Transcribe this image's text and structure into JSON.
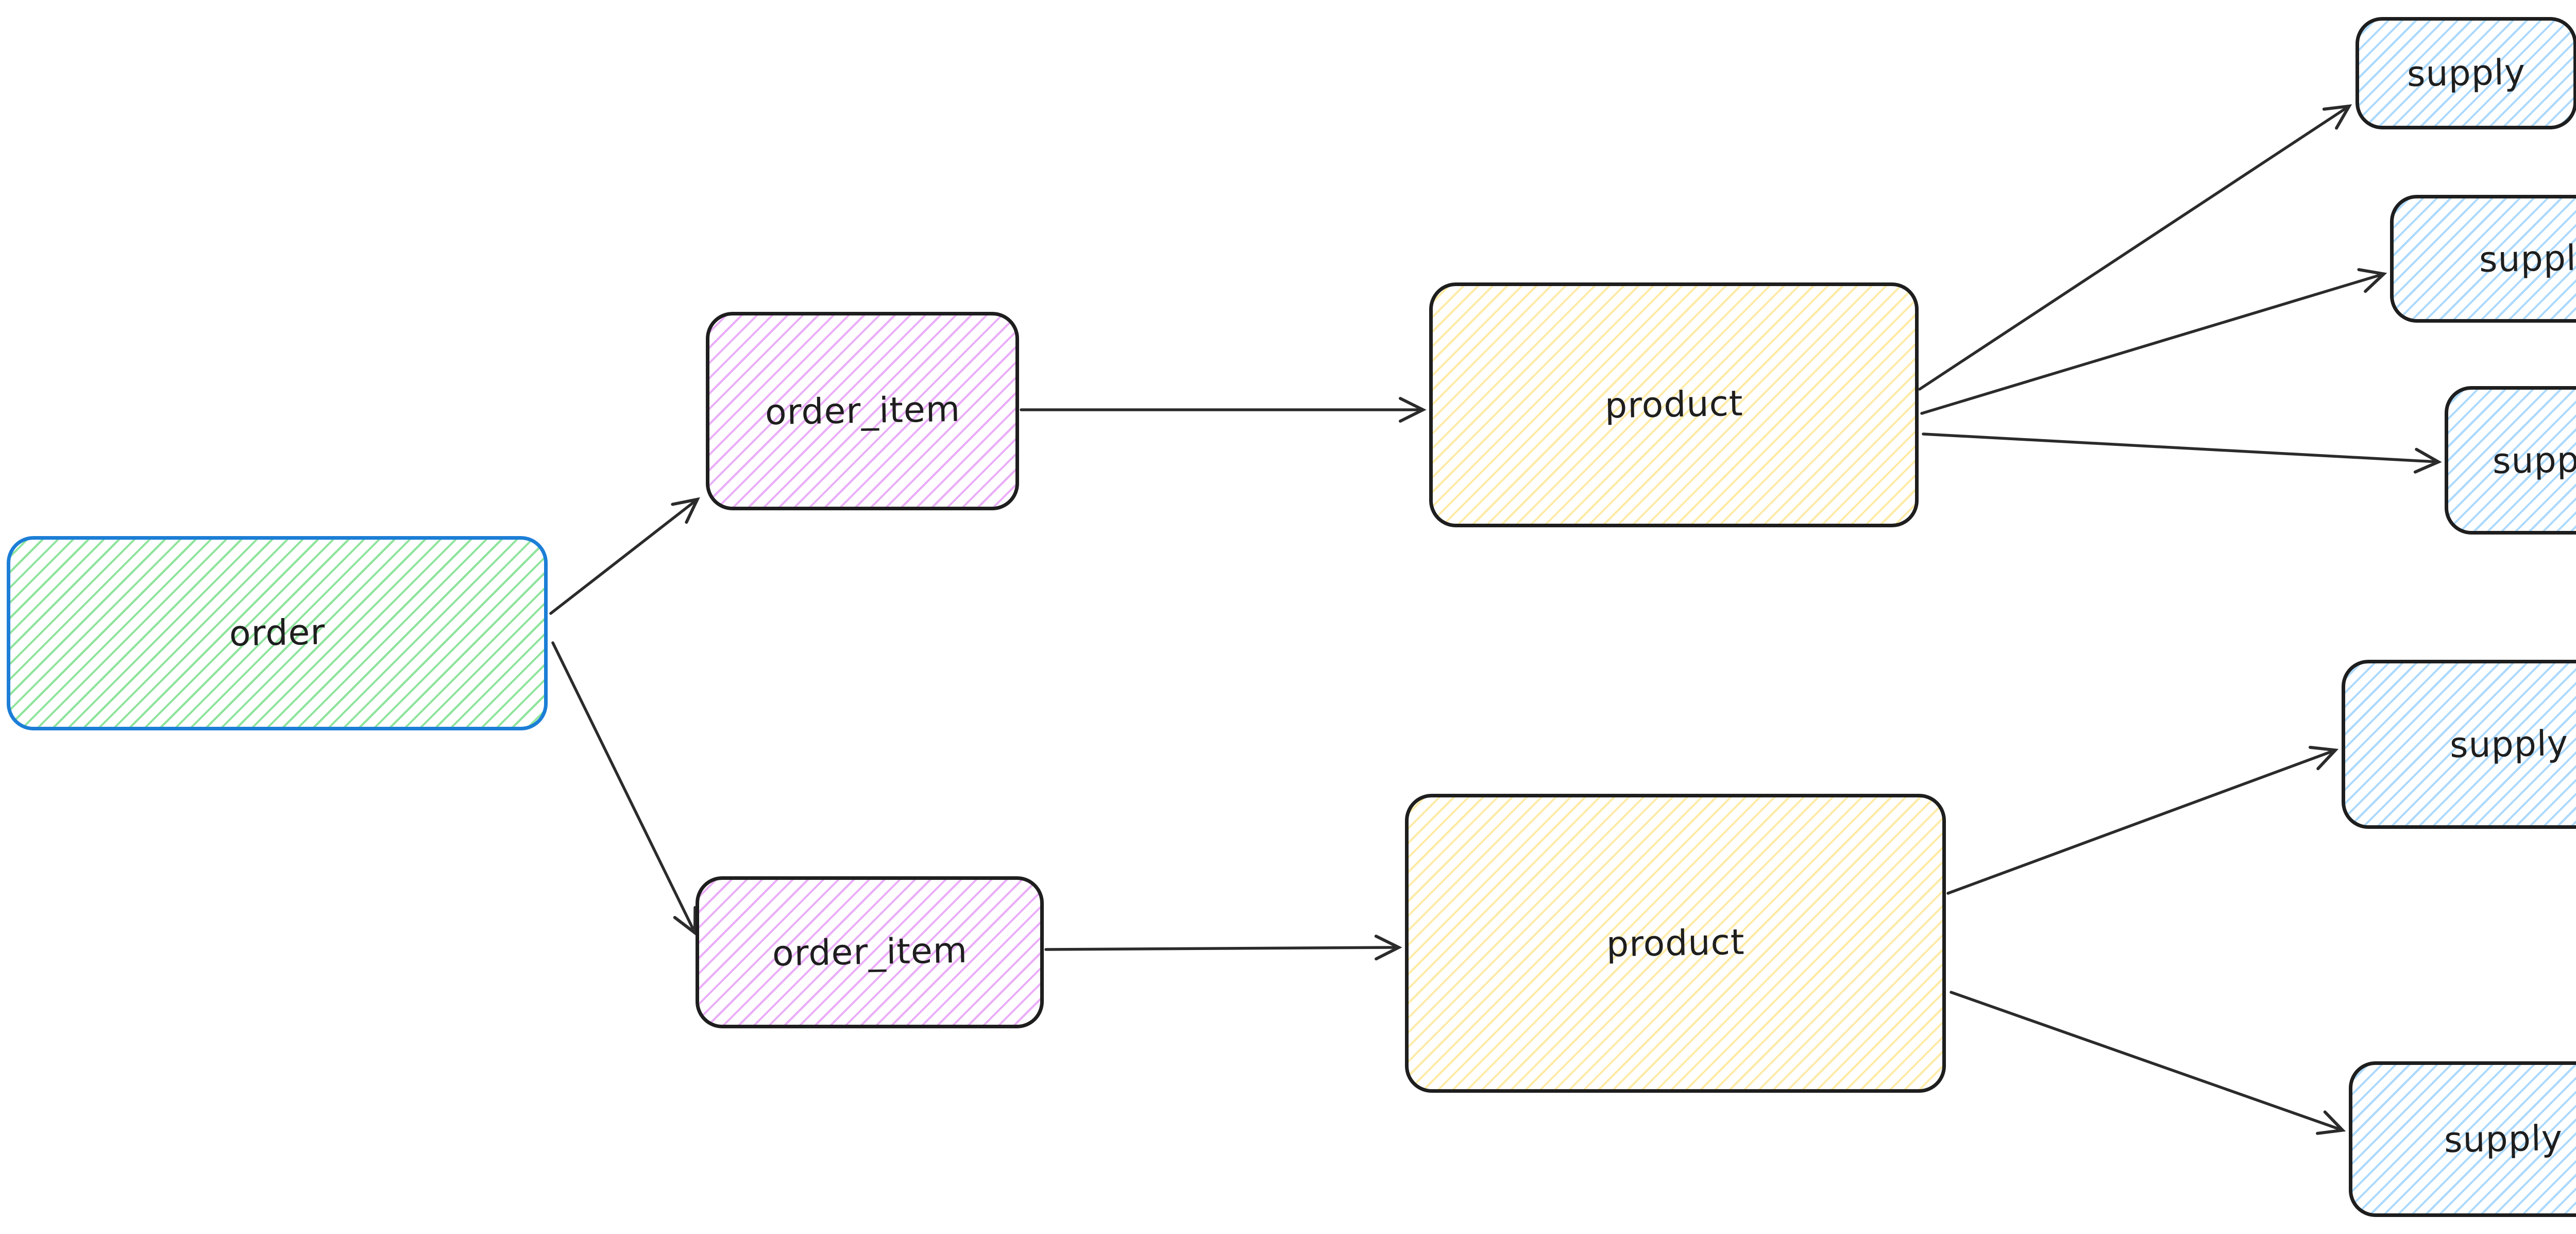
{
  "diagram": {
    "type": "entity-flow-diagram",
    "background": "#ffffff",
    "nodes": [
      {
        "id": "order",
        "label": "order",
        "shape": "rounded-rectangle",
        "stroke": "#1c7ed6",
        "fill": "#69db7c",
        "fill_style": "hachure"
      },
      {
        "id": "order_item_1",
        "label": "order_item",
        "shape": "rounded-rectangle",
        "stroke": "#1e1e1e",
        "fill": "#e599f7",
        "fill_style": "hachure"
      },
      {
        "id": "order_item_2",
        "label": "order_item",
        "shape": "rounded-rectangle",
        "stroke": "#1e1e1e",
        "fill": "#e599f7",
        "fill_style": "hachure"
      },
      {
        "id": "product_1",
        "label": "product",
        "shape": "rounded-rectangle",
        "stroke": "#1e1e1e",
        "fill": "#ffd43b",
        "fill_style": "hachure"
      },
      {
        "id": "product_2",
        "label": "product",
        "shape": "rounded-rectangle",
        "stroke": "#1e1e1e",
        "fill": "#ffd43b",
        "fill_style": "hachure"
      },
      {
        "id": "supply_1",
        "label": "supply",
        "shape": "rounded-rectangle",
        "stroke": "#1e1e1e",
        "fill": "#74c0fc",
        "fill_style": "hachure"
      },
      {
        "id": "supply_2",
        "label": "supply",
        "shape": "rounded-rectangle",
        "stroke": "#1e1e1e",
        "fill": "#74c0fc",
        "fill_style": "hachure"
      },
      {
        "id": "supply_3",
        "label": "supply",
        "shape": "rounded-rectangle",
        "stroke": "#1e1e1e",
        "fill": "#74c0fc",
        "fill_style": "hachure"
      },
      {
        "id": "supply_4",
        "label": "supply",
        "shape": "rounded-rectangle",
        "stroke": "#1e1e1e",
        "fill": "#74c0fc",
        "fill_style": "hachure"
      },
      {
        "id": "supply_5",
        "label": "supply",
        "shape": "rounded-rectangle",
        "stroke": "#1e1e1e",
        "fill": "#74c0fc",
        "fill_style": "hachure"
      }
    ],
    "edges": [
      {
        "from": "order",
        "to": "order_item_1",
        "style": "arrow"
      },
      {
        "from": "order",
        "to": "order_item_2",
        "style": "arrow"
      },
      {
        "from": "order_item_1",
        "to": "product_1",
        "style": "arrow"
      },
      {
        "from": "order_item_2",
        "to": "product_2",
        "style": "arrow"
      },
      {
        "from": "product_1",
        "to": "supply_1",
        "style": "arrow"
      },
      {
        "from": "product_1",
        "to": "supply_2",
        "style": "arrow"
      },
      {
        "from": "product_1",
        "to": "supply_3",
        "style": "arrow"
      },
      {
        "from": "product_2",
        "to": "supply_4",
        "style": "arrow"
      },
      {
        "from": "product_2",
        "to": "supply_5",
        "style": "arrow"
      }
    ],
    "colors": {
      "arrow": "#2b2b2b",
      "order_stroke": "#1c7ed6",
      "default_stroke": "#1e1e1e",
      "order_fill": "#69db7c",
      "order_item_fill": "#e599f7",
      "product_fill": "#ffd43b",
      "supply_fill": "#74c0fc",
      "background": "#ffffff"
    }
  }
}
